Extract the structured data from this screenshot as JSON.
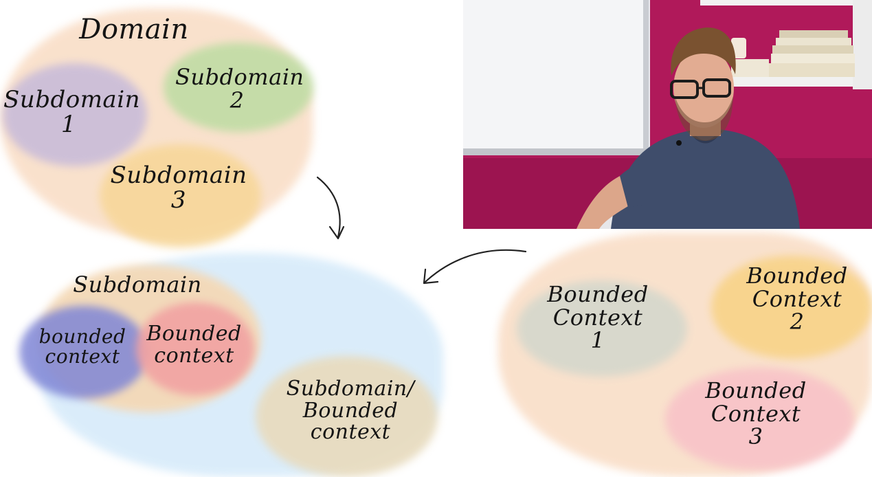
{
  "top_diagram": {
    "domain_label": "Domain",
    "subdomain_1": "Subdomain\n1",
    "subdomain_2": "Subdomain\n2",
    "subdomain_3": "Subdomain\n3"
  },
  "bottom_left_diagram": {
    "subdomain_label": "Subdomain",
    "bounded_context_a": "bounded\ncontext",
    "bounded_context_b": "Bounded\ncontext",
    "subdomain_bounded_context": "Subdomain/\nBounded context"
  },
  "right_diagram": {
    "bounded_context_1": "Bounded\nContext\n1",
    "bounded_context_2": "Bounded\nContext\n2",
    "bounded_context_3": "Bounded\nContext\n3"
  },
  "colors": {
    "domain": "#f9dcc4",
    "subdomain_1": "#c9bcd9",
    "subdomain_2": "#bcdca2",
    "subdomain_3": "#f7d79a",
    "blue_area": "#d7ebfa",
    "bounded_context_a": "#7f86d6",
    "bounded_context_b": "#f1a2a2",
    "tan_area": "#e8dcc0",
    "grey_context": "#d7d8cc",
    "yellow_context": "#f8d388",
    "pink_context": "#f8c3c8",
    "video_wall": "#b0195a"
  }
}
